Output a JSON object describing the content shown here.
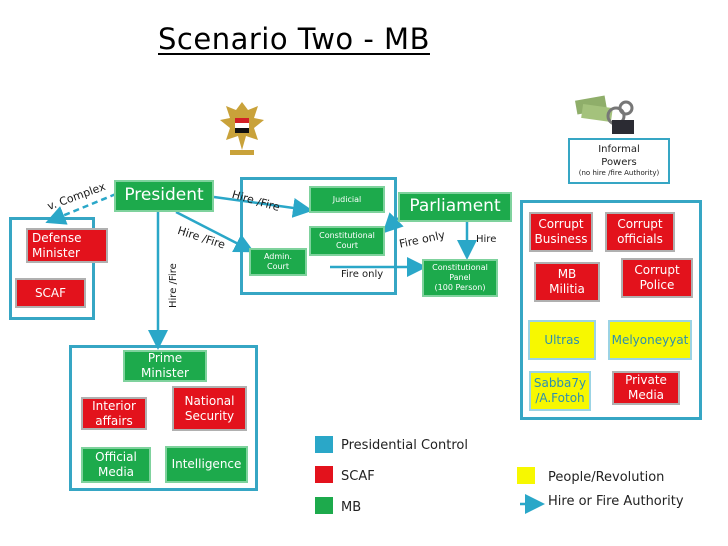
{
  "title": "Scenario Two - MB",
  "nodes": {
    "president": "President",
    "parliament": "Parliament",
    "judicial": "Judicial",
    "constitutional_court": "Constitutional\nCourt",
    "admin_court": "Admin.\nCourt",
    "constitutional_panel": "Constitutional\nPanel\n(100 Person)",
    "defense_minister": "Defense\nMinister",
    "scaf": "SCAF",
    "prime_minister": "Prime\nMinister",
    "interior_affairs": "Interior\naffairs",
    "national_security": "National\nSecurity",
    "official_media": "Official\nMedia",
    "intelligence": "Intelligence",
    "corrupt_business": "Corrupt\nBusiness",
    "corrupt_officials": "Corrupt\nofficials",
    "mb_militia": "MB\nMilitia",
    "corrupt_police": "Corrupt\nPolice",
    "ultras": "Ultras",
    "melyoneyyat": "Melyoneyyat",
    "sabba7y": "Sabba7y\n/A.Fotoh",
    "private_media": "Private\nMedia",
    "informal_powers": "Informal\nPowers",
    "informal_note": "(no hire /fire Authority)"
  },
  "edge_labels": {
    "v_complex": "v. Complex",
    "hire_fire_top": "Hire /Fire",
    "hire_fire_mid": "Hire /Fire",
    "hire_fire_vertical": "Hire /Fire",
    "fire_only_court": "Fire only",
    "fire_only_parliament": "Fire only",
    "hire": "Hire"
  },
  "legend": [
    {
      "color": "#2aa7c8",
      "label": "Presidential Control"
    },
    {
      "color": "#e3121c",
      "label": "SCAF"
    },
    {
      "color": "#1daa4c",
      "label": "MB"
    },
    {
      "color": "#f7f800",
      "label": "People/Revolution"
    },
    {
      "label": "Hire or Fire Authority",
      "icon": "arrow-icon"
    }
  ],
  "colors": {
    "frame": "#36a6c4",
    "mb": "#1daa4c",
    "scaf": "#e3121c",
    "people": "#f7f800",
    "presidential": "#2aa7c8"
  }
}
